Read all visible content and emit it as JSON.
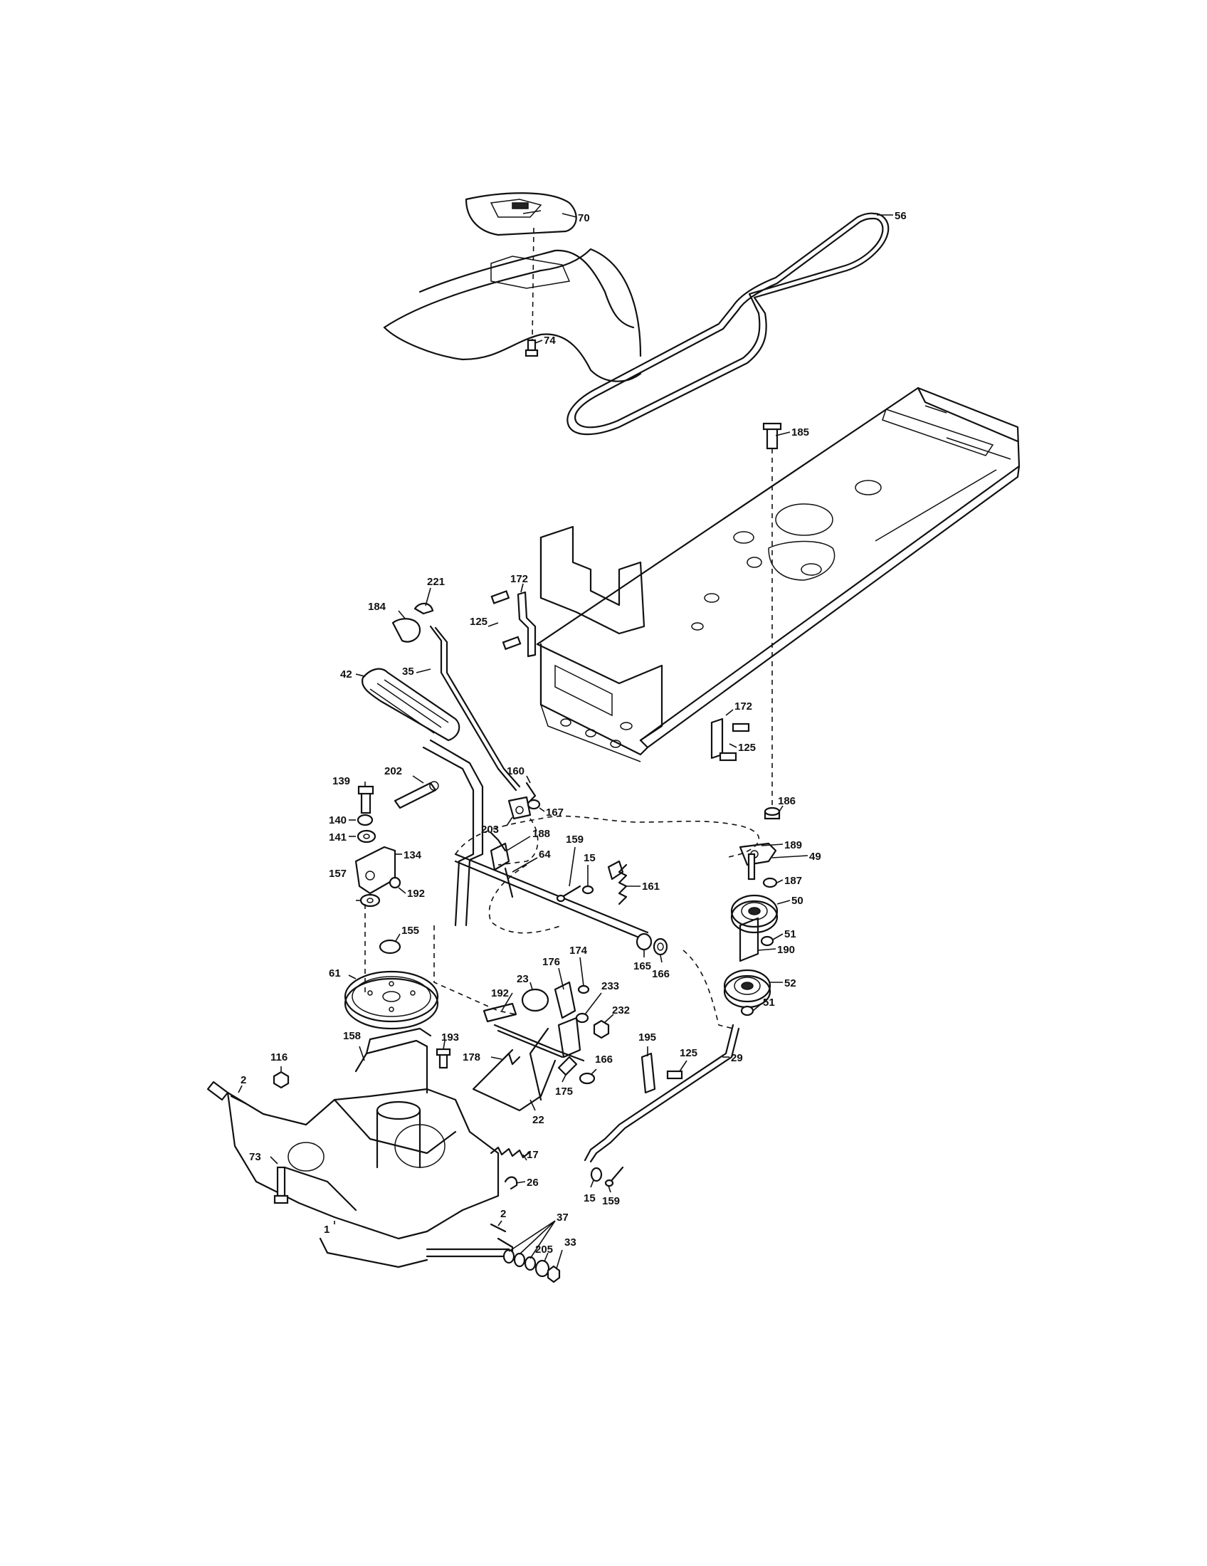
{
  "diagram": {
    "callouts": [
      {
        "id": "c70",
        "text": "70"
      },
      {
        "id": "c56",
        "text": "56"
      },
      {
        "id": "c74",
        "text": "74"
      },
      {
        "id": "c185",
        "text": "185"
      },
      {
        "id": "c221",
        "text": "221"
      },
      {
        "id": "c184",
        "text": "184"
      },
      {
        "id": "c172a",
        "text": "172"
      },
      {
        "id": "c125a",
        "text": "125"
      },
      {
        "id": "c35",
        "text": "35"
      },
      {
        "id": "c42",
        "text": "42"
      },
      {
        "id": "c172b",
        "text": "172"
      },
      {
        "id": "c125b",
        "text": "125"
      },
      {
        "id": "c160",
        "text": "160"
      },
      {
        "id": "c139",
        "text": "139"
      },
      {
        "id": "c202",
        "text": "202"
      },
      {
        "id": "c167",
        "text": "167"
      },
      {
        "id": "c203",
        "text": "203"
      },
      {
        "id": "c140",
        "text": "140"
      },
      {
        "id": "c141",
        "text": "141"
      },
      {
        "id": "c134",
        "text": "134"
      },
      {
        "id": "c186",
        "text": "186"
      },
      {
        "id": "c188",
        "text": "188"
      },
      {
        "id": "c159a",
        "text": "159"
      },
      {
        "id": "c189",
        "text": "189"
      },
      {
        "id": "c64",
        "text": "64"
      },
      {
        "id": "c15a",
        "text": "15"
      },
      {
        "id": "c49",
        "text": "49"
      },
      {
        "id": "c187",
        "text": "187"
      },
      {
        "id": "c157",
        "text": "157"
      },
      {
        "id": "c192a",
        "text": "192"
      },
      {
        "id": "c161",
        "text": "161"
      },
      {
        "id": "c50",
        "text": "50"
      },
      {
        "id": "c155",
        "text": "155"
      },
      {
        "id": "c51a",
        "text": "51"
      },
      {
        "id": "c190",
        "text": "190"
      },
      {
        "id": "c174",
        "text": "174"
      },
      {
        "id": "c61",
        "text": "61"
      },
      {
        "id": "c176",
        "text": "176"
      },
      {
        "id": "c165",
        "text": "165"
      },
      {
        "id": "c166a",
        "text": "166"
      },
      {
        "id": "c23",
        "text": "23"
      },
      {
        "id": "c52",
        "text": "52"
      },
      {
        "id": "c192b",
        "text": "192"
      },
      {
        "id": "c233",
        "text": "233"
      },
      {
        "id": "c51b",
        "text": "51"
      },
      {
        "id": "c232",
        "text": "232"
      },
      {
        "id": "c158",
        "text": "158"
      },
      {
        "id": "c193",
        "text": "193"
      },
      {
        "id": "c195",
        "text": "195"
      },
      {
        "id": "c178",
        "text": "178"
      },
      {
        "id": "c116",
        "text": "116"
      },
      {
        "id": "c166b",
        "text": "166"
      },
      {
        "id": "c125c",
        "text": "125"
      },
      {
        "id": "c29",
        "text": "29"
      },
      {
        "id": "c2a",
        "text": "2"
      },
      {
        "id": "c175",
        "text": "175"
      },
      {
        "id": "c22",
        "text": "22"
      },
      {
        "id": "c17",
        "text": "17"
      },
      {
        "id": "c73",
        "text": "73"
      },
      {
        "id": "c26",
        "text": "26"
      },
      {
        "id": "c15b",
        "text": "15"
      },
      {
        "id": "c159b",
        "text": "159"
      },
      {
        "id": "c1",
        "text": "1"
      },
      {
        "id": "c2b",
        "text": "2"
      },
      {
        "id": "c37",
        "text": "37"
      },
      {
        "id": "c205",
        "text": "205"
      },
      {
        "id": "c33",
        "text": "33"
      }
    ]
  }
}
